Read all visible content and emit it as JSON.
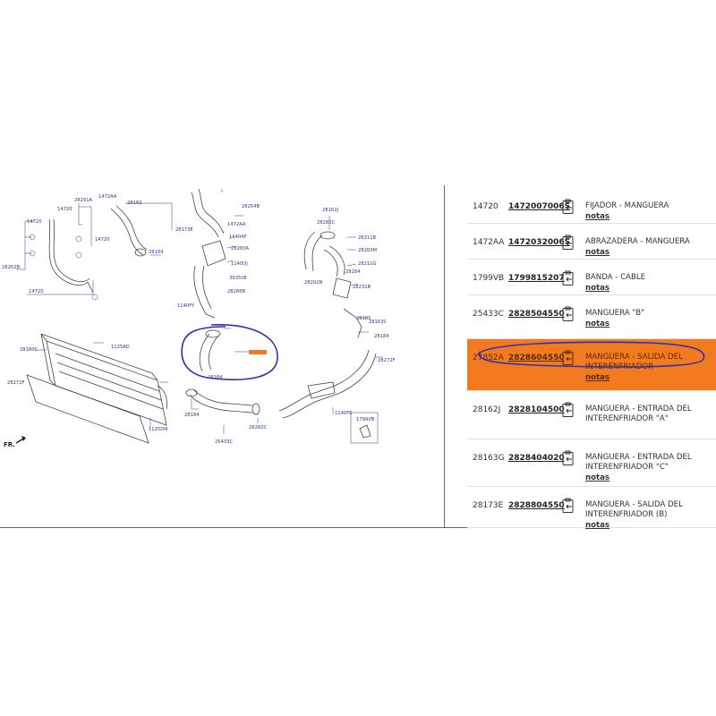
{
  "diagram": {
    "orientation_label": "FR.",
    "labels": [
      "1472AA",
      "28291A",
      "14720",
      "28182",
      "28173E",
      "14720",
      "28262B",
      "14720",
      "28184",
      "1799VB",
      "14720",
      "28254B",
      "1472AA",
      "1140AF",
      "28280A",
      "1140DJ",
      "39350E",
      "28286B",
      "1140FY",
      "28162J",
      "28282C",
      "28211B",
      "28283M",
      "28211G",
      "28184",
      "28231B",
      "28292N",
      "28161",
      "28163C",
      "28184",
      "28272F",
      "28180C",
      "1125AD",
      "28272F",
      "28184",
      "1125DN",
      "28184",
      "28282C",
      "25433C",
      "1140FE",
      "1799VB",
      "27852A"
    ],
    "highlight_color": "#2d2fb8",
    "highlighted_tag_color": "#f37b1f"
  },
  "parts": [
    {
      "ref": "14720",
      "part_number": "1472007006S",
      "desc_lines": [
        "FIJADOR - MANGUERA"
      ],
      "notes": "notas",
      "highlight": false
    },
    {
      "ref": "1472AA",
      "part_number": "1472032006S",
      "desc_lines": [
        "ABRAZADERA - MANGUERA"
      ],
      "notes": "notas",
      "highlight": false
    },
    {
      "ref": "1799VB",
      "part_number": "1799815207",
      "desc_lines": [
        "BANDA - CABLE"
      ],
      "notes": "notas",
      "highlight": false
    },
    {
      "ref": "25433C",
      "part_number": "2828504550",
      "desc_lines": [
        "MANGUERA \"B\""
      ],
      "notes": "notas",
      "highlight": false
    },
    {
      "ref": "27852A",
      "part_number": "2828604550",
      "desc_lines": [
        "MANGUERA - SALIDA DEL",
        "INTERENFRIADOR"
      ],
      "notes": "notas",
      "highlight": true
    },
    {
      "ref": "28162J",
      "part_number": "2828104500",
      "desc_lines": [
        "MANGUERA - ENTRADA DEL",
        "INTERENFRIADOR \"A\""
      ],
      "notes": "",
      "highlight": false
    },
    {
      "ref": "28163G",
      "part_number": "2828404020",
      "desc_lines": [
        "MANGUERA - ENTRADA DEL",
        "INTERENFRIADOR \"C\""
      ],
      "notes": "notas",
      "highlight": false
    },
    {
      "ref": "28173E",
      "part_number": "2828804550",
      "desc_lines": [
        "MANGUERA - SALIDA DEL",
        "INTERENFRIADOR (B)"
      ],
      "notes": "notas",
      "highlight": false
    }
  ],
  "icons": {
    "copy": "clipboard-arrow-icon"
  },
  "colors": {
    "highlight_row": "#f37b1f",
    "annotation": "#2d2fb8",
    "label": "#2b3a8c"
  }
}
